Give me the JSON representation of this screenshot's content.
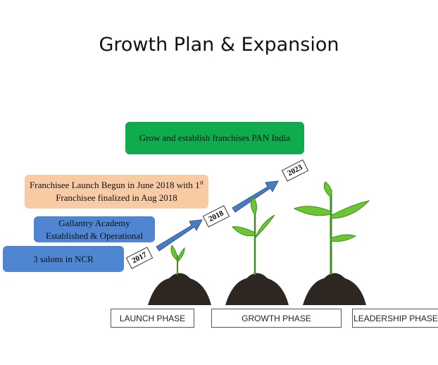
{
  "title": "Growth Plan & Expansion",
  "milestones": {
    "pan_india": "Grow and establish franchises PAN India",
    "franchisee_line1": "Franchisee Launch Begun in June 2018 with 1",
    "franchisee_sup": "st",
    "franchisee_line2": "Franchisee finalized in Aug 2018",
    "academy_line1": "Gallantry Academy",
    "academy_line2": "Established & Operational",
    "salons": "3 salons in NCR"
  },
  "years": [
    "2017",
    "2018",
    "2023"
  ],
  "phases": [
    "LAUNCH PHASE",
    "GROWTH PHASE",
    "LEADERSHIP PHASE"
  ],
  "colors": {
    "green": "#0fac4d",
    "peach": "#f9cba4",
    "blue": "#4f86d1",
    "arrow": "#4a7cc0"
  }
}
